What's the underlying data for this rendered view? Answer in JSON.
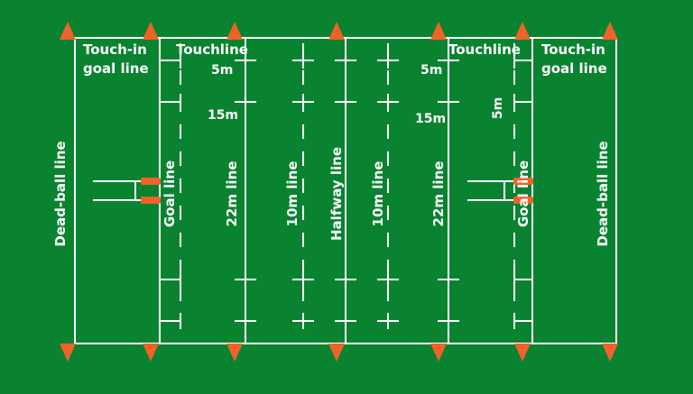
{
  "labels": {
    "touch_in_goal_line_left": [
      "Touch-in",
      "goal line"
    ],
    "touch_in_goal_line_right": [
      "Touch-in",
      "goal line"
    ],
    "touchline_left": "Touchline",
    "touchline_right": "Touchline",
    "five_m_left": "5m",
    "five_m_right": "5m",
    "fifteen_m_left": "15m",
    "fifteen_m_right": "15m",
    "five_m_right_vertical": "5m",
    "dead_ball_line_left": "Dead-ball line",
    "dead_ball_line_right": "Dead-ball line",
    "goal_line_left": "Goal line",
    "goal_line_right": "Goal line",
    "twenty_two_m_line_left": "22m line",
    "twenty_two_m_line_right": "22m line",
    "ten_m_line_left": "10m line",
    "ten_m_line_right": "10m line",
    "halfway_line": "Halfway line"
  },
  "colors": {
    "field": "#098330",
    "lines": "#ffffff",
    "flags": "#f0622a",
    "post_pads": "#f0622a"
  },
  "icons": {
    "corner_flag": "orange-triangle-flag",
    "goal_posts": "h-shaped-goal-posts"
  }
}
